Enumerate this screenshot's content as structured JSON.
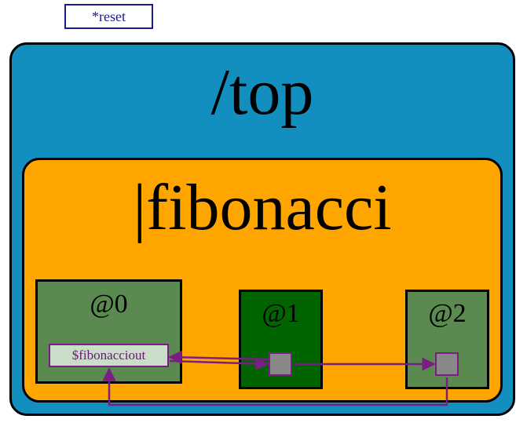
{
  "reset_button": {
    "label": "*reset"
  },
  "top_scope": {
    "title": "/top"
  },
  "fibonacci_scope": {
    "title": "|fibonacci"
  },
  "stages": [
    {
      "label": "@0"
    },
    {
      "label": "@1"
    },
    {
      "label": "@2"
    }
  ],
  "signal": {
    "label": "$fibonacciout"
  },
  "colors": {
    "top_fill": "#138fbf",
    "fib_fill": "#ffa500",
    "stage_fill": "#5a8a50",
    "stage_active_fill": "#006400",
    "wire": "#7a1f82",
    "port_fill": "#888888",
    "signal_fill": "#c9ddc9"
  }
}
